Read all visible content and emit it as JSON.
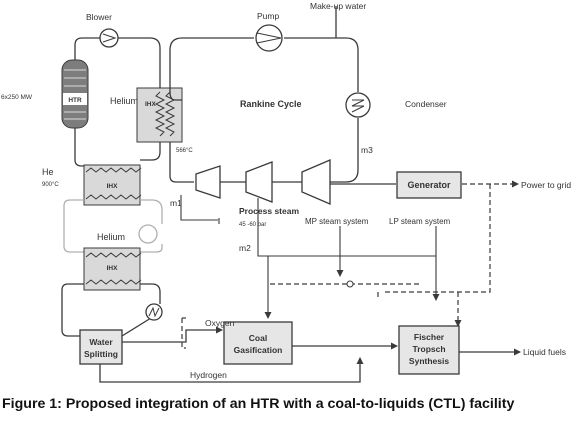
{
  "colors": {
    "line": "#3a3a3a",
    "light_line": "#b0b0b0",
    "box": "#e6e6e6",
    "ihx_fill": "#d9d9d9"
  },
  "labels": {
    "blower": "Blower",
    "pump": "Pump",
    "makeup_water": "Make-up water",
    "htr_power": "6x250 MW",
    "htr": "HTR",
    "helium_top": "Helium",
    "ihx": "IHX",
    "rankine": "Rankine Cycle",
    "condenser": "Condenser",
    "temp_566": "566°C",
    "he": "He",
    "temp_900": "900°C",
    "m3": "m3",
    "m1": "m1",
    "m2": "m2",
    "process_steam": "Process steam",
    "pressure": "45 -60 bar",
    "mp_steam": "MP steam system",
    "lp_steam": "LP steam system",
    "generator": "Generator",
    "power_to_grid": "Power to grid",
    "helium_mid": "Helium",
    "oxygen": "Oxygen",
    "water_splitting_1": "Water",
    "water_splitting_2": "Splitting",
    "coal_1": "Coal",
    "coal_2": "Gasification",
    "ft_1": "Fischer",
    "ft_2": "Tropsch",
    "ft_3": "Synthesis",
    "liquid_fuels": "Liquid fuels",
    "hydrogen": "Hydrogen"
  },
  "caption": "Figure 1: Proposed integration of an HTR with a coal-to-liquids (CTL) facility"
}
